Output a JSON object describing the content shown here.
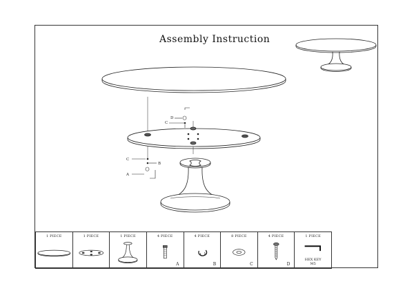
{
  "title": "Assembly Instruction",
  "callouts": {
    "a": "A",
    "b": "B",
    "c": "C",
    "d": "D"
  },
  "parts": [
    {
      "quantity": "1 PIECE",
      "letter": ""
    },
    {
      "quantity": "1 PIECE",
      "letter": ""
    },
    {
      "quantity": "1 PIECE",
      "letter": ""
    },
    {
      "quantity": "4 PIECE",
      "letter": "A"
    },
    {
      "quantity": "4 PIECE",
      "letter": "B"
    },
    {
      "quantity": "8 PIECE",
      "letter": "C"
    },
    {
      "quantity": "4 PIECE",
      "letter": "D"
    },
    {
      "quantity": "1 PIECE",
      "letter": "",
      "label_line1": "HEX KEY",
      "label_line2": "M5"
    }
  ]
}
